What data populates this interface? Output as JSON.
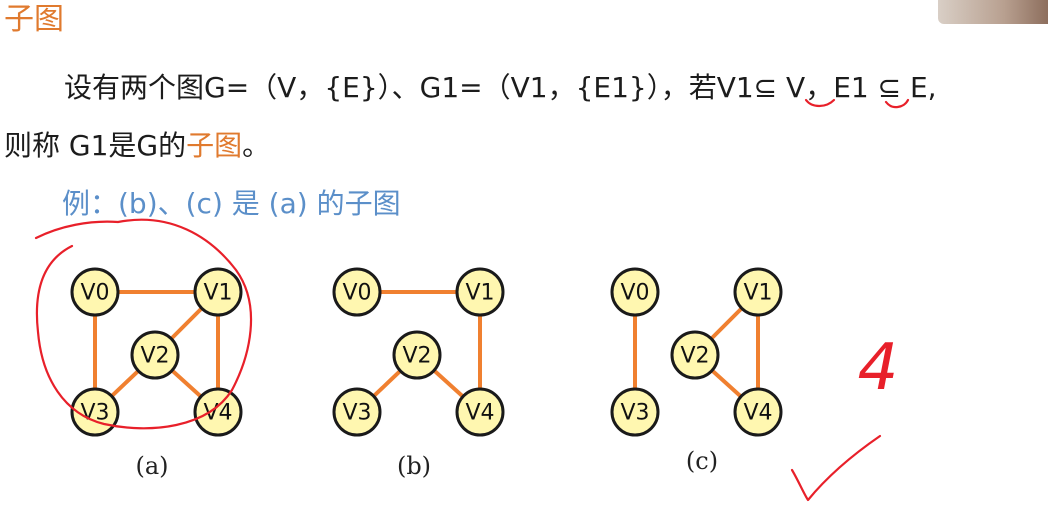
{
  "heading": "子图",
  "definition": {
    "line1": "设有两个图G=（V，{E}）、G1=（V1，{E1}），若V1⊆ V，E1 ⊆ E,",
    "line2_prefix": "则称 G1是G的",
    "line2_highlight": "子图",
    "line2_suffix": "。"
  },
  "example": "例：(b)、(c) 是 (a) 的子图",
  "colors": {
    "heading": "#e07a2e",
    "example": "#5b8fc9",
    "edge": "#f08030",
    "node_fill": "#fff7b0",
    "annotation": "#e8202a"
  },
  "graphs": [
    {
      "caption": "(a)",
      "nodes": [
        "V0",
        "V1",
        "V2",
        "V3",
        "V4"
      ],
      "edges": [
        [
          "V0",
          "V1"
        ],
        [
          "V0",
          "V3"
        ],
        [
          "V1",
          "V2"
        ],
        [
          "V1",
          "V4"
        ],
        [
          "V2",
          "V3"
        ],
        [
          "V2",
          "V4"
        ]
      ]
    },
    {
      "caption": "(b)",
      "nodes": [
        "V0",
        "V1",
        "V2",
        "V3",
        "V4"
      ],
      "edges": [
        [
          "V0",
          "V1"
        ],
        [
          "V1",
          "V4"
        ],
        [
          "V2",
          "V3"
        ],
        [
          "V2",
          "V4"
        ]
      ]
    },
    {
      "caption": "(c)",
      "nodes": [
        "V0",
        "V1",
        "V2",
        "V3",
        "V4"
      ],
      "edges": [
        [
          "V0",
          "V3"
        ],
        [
          "V1",
          "V2"
        ],
        [
          "V1",
          "V4"
        ],
        [
          "V2",
          "V4"
        ]
      ]
    }
  ],
  "annotations": {
    "handwritten_number": "4"
  }
}
